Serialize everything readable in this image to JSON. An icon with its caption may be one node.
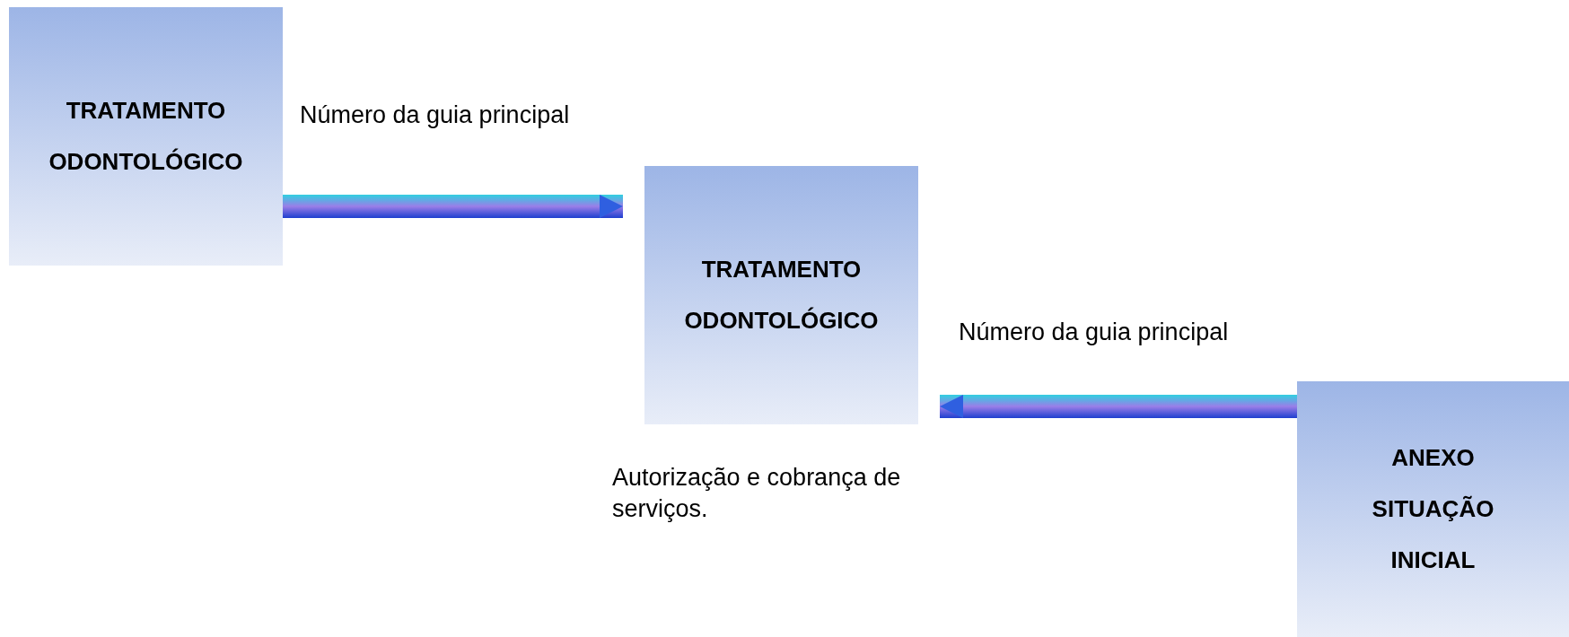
{
  "diagram": {
    "nodes": [
      {
        "text": [
          "TRATAMENTO ODONTOLÓGICO"
        ]
      },
      {
        "text": [
          "TRATAMENTO ODONTOLÓGICO"
        ],
        "beside": [
          "Autorização e cobrança de serviços."
        ]
      },
      {
        "text": [
          "ANEXO SITUAÇÃO INICIAL"
        ]
      }
    ],
    "edges": [
      {
        "from": 0,
        "to": 1,
        "arrow": "to",
        "label": "Número da guia principal",
        "style": "thick"
      },
      {
        "from": 2,
        "to": 1,
        "arrow": "to",
        "label": "Número da guia principal",
        "style": "thick"
      }
    ]
  }
}
